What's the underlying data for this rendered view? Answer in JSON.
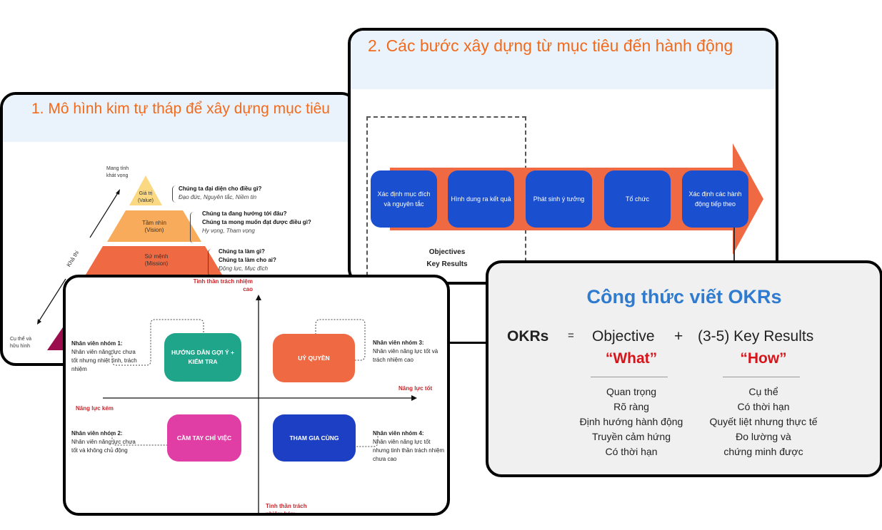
{
  "card1": {
    "title": "1. Mô hình kim tự tháp để xây dựng mục tiêu",
    "top_label": "Mang tính khát vọng",
    "bottom_label": "Cụ thể và hữu hình",
    "axis_label": "Khả thi",
    "levels": [
      {
        "name": "Giá trị",
        "sub": "(Value)",
        "color": "#fbd982",
        "q": [
          "Chúng ta đại diện cho điều gì?"
        ],
        "note": "Đạo đức, Nguyên tắc, Niềm tin"
      },
      {
        "name": "Tầm nhìn",
        "sub": "(Vision)",
        "color": "#f8ab5b",
        "q": [
          "Chúng ta đang hướng tới đâu?",
          "Chúng ta mong muốn đạt được điều gì?"
        ],
        "note": "Hy vọng, Tham vọng"
      },
      {
        "name": "Sứ mệnh",
        "sub": "(Mission)",
        "color": "#ef6a42",
        "q": [
          "Chúng ta làm gì?",
          "Chúng ta làm cho ai?"
        ],
        "note": "Động lực, Mục đích"
      }
    ],
    "base_color": "#9c0d4e"
  },
  "card2": {
    "title": "2. Các bước xây dựng từ mục tiêu đến hành động",
    "steps": [
      "Xác định mục đích và nguyên tắc",
      "Hình dung ra kết quả",
      "Phát sinh ý tưởng",
      "Tổ chức",
      "Xác định các hành động tiếp theo"
    ],
    "okr_label_1": "Objectives",
    "okr_label_2": "Key Results",
    "arrow_color": "#ef6a42",
    "step_color": "#1a4fd0"
  },
  "card3": {
    "y_top": "Tinh thần trách nhiệm cao",
    "y_bottom": "Tinh thần trách nhiệm kém",
    "x_left": "Năng lực kém",
    "x_right": "Năng lực tốt",
    "quadrants": [
      {
        "box": "HƯỚNG DẪN GỢI Ý + KIỂM TRA",
        "color": "#1fa58a",
        "group": "Nhân viên nhóm 1:",
        "desc": "Nhân viên năng lực chưa tốt nhưng nhiệt tình, trách nhiệm"
      },
      {
        "box": "UỶ QUYỀN",
        "color": "#ef6a42",
        "group": "Nhân viên nhóm 3:",
        "desc": "Nhân viên năng lực tốt và trách nhiệm cao"
      },
      {
        "box": "CẦM TAY CHỈ VIỆC",
        "color": "#e03ea5",
        "group": "Nhân viên nhóm 2:",
        "desc": "Nhân viên năng lực chưa tốt và không chủ động"
      },
      {
        "box": "THAM GIA CÙNG",
        "color": "#1c3fc4",
        "group": "Nhân viên nhóm 4:",
        "desc": "Nhân viên năng lực tốt nhưng tinh thần trách nhiệm chưa cao"
      }
    ]
  },
  "card4": {
    "title": "Công thức viết OKRs",
    "lhs": "OKRs",
    "eq": "=",
    "objective": "Objective",
    "plus": "+",
    "key_results": "(3-5) Key Results",
    "what": "“What”",
    "how": "“How”",
    "objective_traits": [
      "Quan trọng",
      "Rõ ràng",
      "Định hướng hành động",
      "Truyền cảm hứng",
      "Có thời hạn"
    ],
    "kr_traits": [
      "Cụ thể",
      "Có thời hạn",
      "Quyết liệt nhưng thực tế",
      "Đo lường và",
      "chứng minh được"
    ]
  }
}
